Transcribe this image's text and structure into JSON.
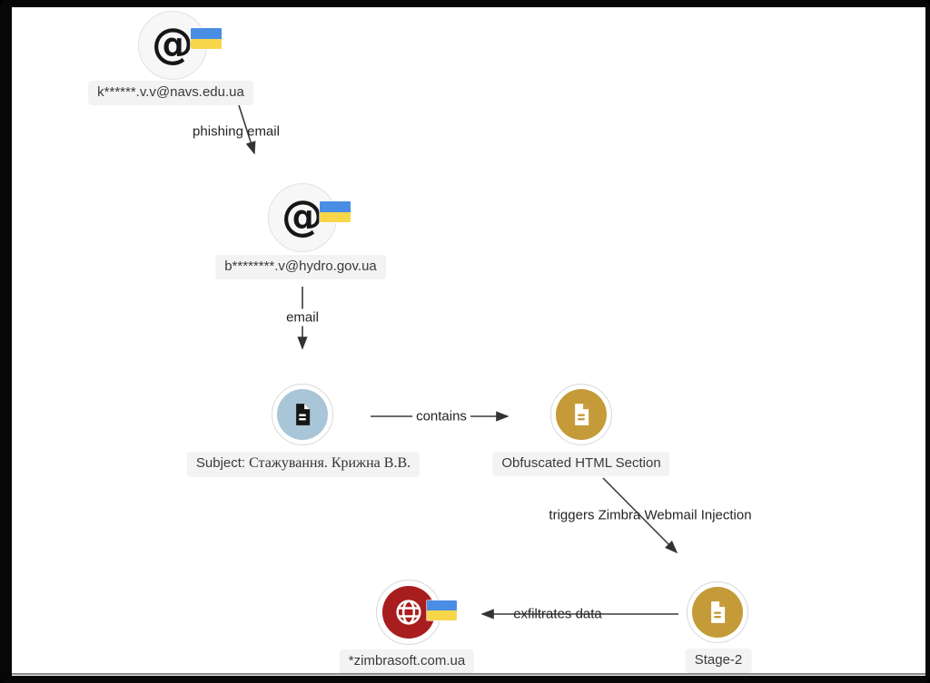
{
  "diagram": {
    "nodes": [
      {
        "id": "attacker-email",
        "label": "k******.v.v@navs.edu.ua"
      },
      {
        "id": "victim-email",
        "label": "b********.v@hydro.gov.ua"
      },
      {
        "id": "email-subject",
        "label_prefix": "Subject:",
        "label_cyrillic": "Стажування. Крижна В.В."
      },
      {
        "id": "obfuscated-html",
        "label": "Obfuscated HTML Section"
      },
      {
        "id": "stage-2",
        "label": "Stage-2"
      },
      {
        "id": "exfil-domain",
        "label": "*zimbrasoft.com.ua"
      }
    ],
    "edges": [
      {
        "label": "phishing email"
      },
      {
        "label": "email"
      },
      {
        "label": "contains"
      },
      {
        "label": "triggers Zimbra Webmail Injection"
      },
      {
        "label": "exfiltrates data"
      }
    ],
    "colors": {
      "document_circle_blue": "#a9c5d8",
      "document_circle_gold": "#c49b38",
      "globe_circle_red": "#a81d1d",
      "flag_blue": "#4a8de4",
      "flag_yellow": "#f7d64a",
      "edge_line": "#3a3a3a",
      "label_pill_bg": "#f3f3f3"
    }
  }
}
